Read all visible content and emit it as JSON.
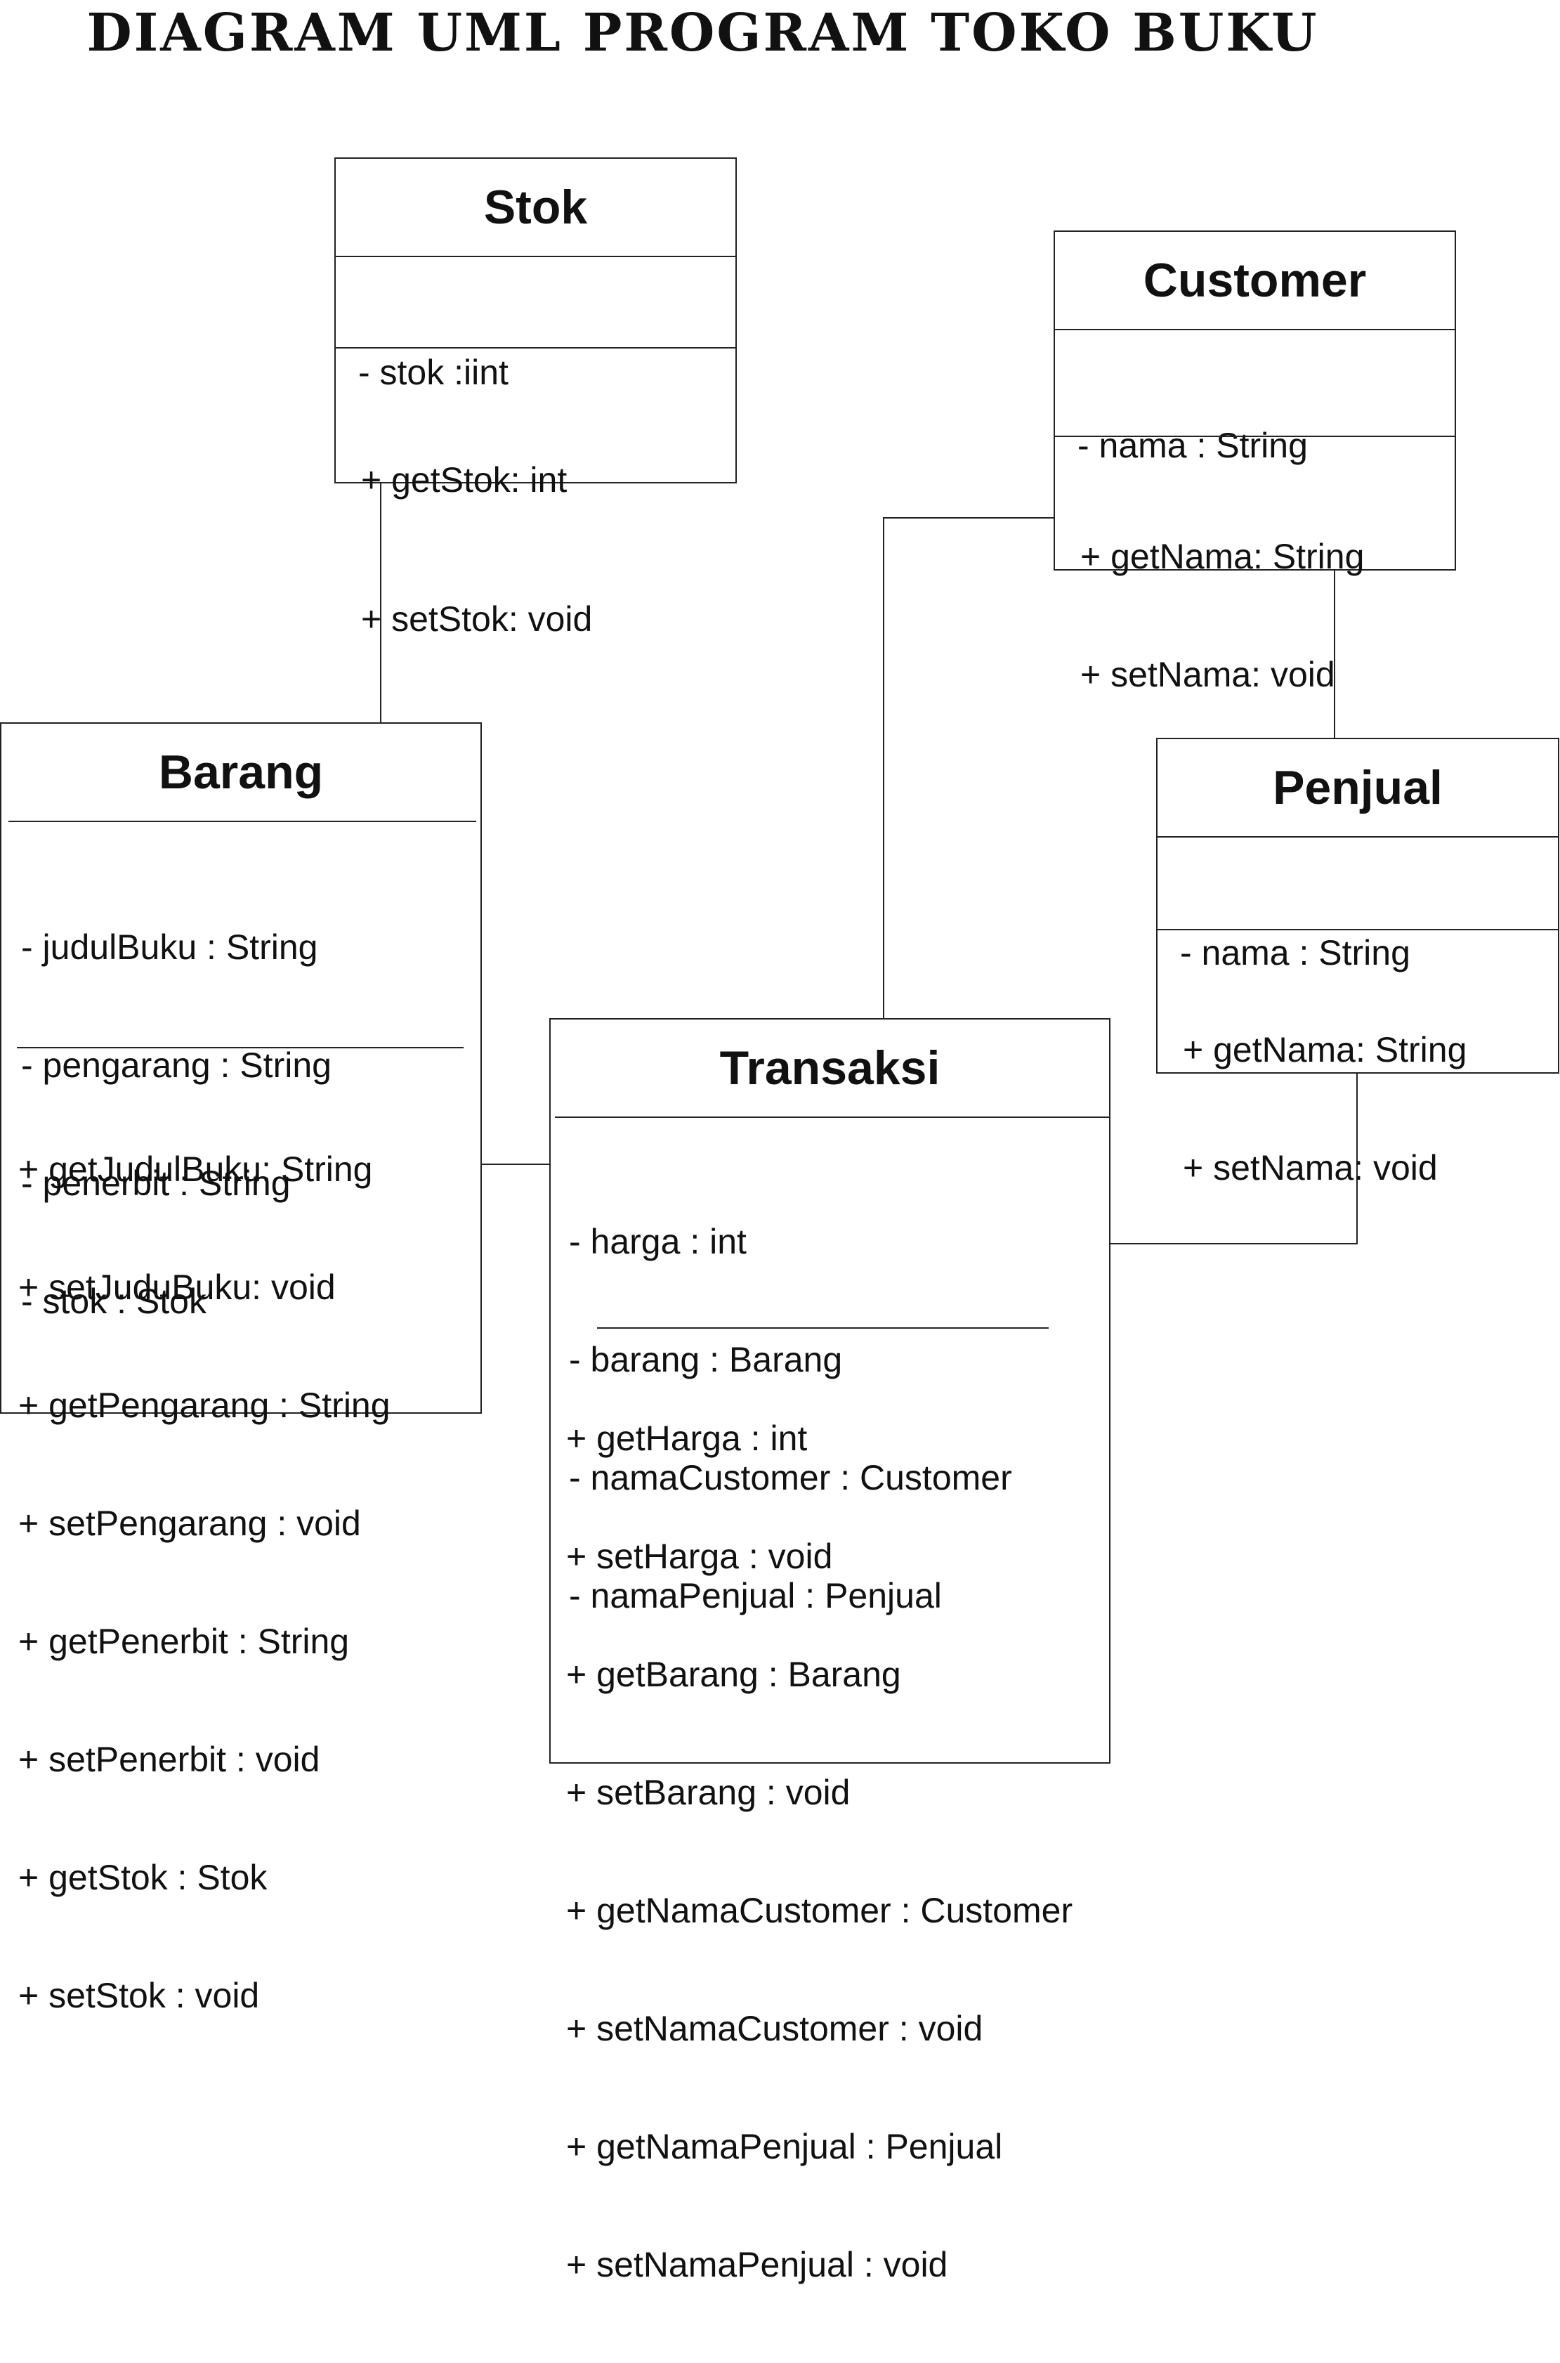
{
  "title": "DIAGRAM UML PROGRAM TOKO BUKU",
  "classes": {
    "stok": {
      "name": "Stok",
      "attributes": [
        "- stok :iint"
      ],
      "methods": [
        "+ getStok: int",
        "+ setStok: void"
      ]
    },
    "customer": {
      "name": "Customer",
      "attributes": [
        "- nama : String"
      ],
      "methods": [
        "+ getNama: String",
        "+ setNama: void"
      ]
    },
    "barang": {
      "name": "Barang",
      "attributes": [
        "- judulBuku : String",
        "- pengarang : String",
        "- penerbit : String",
        "- stok : Stok"
      ],
      "methods": [
        "+ getJudulBuku: String",
        "+ setJuduBuku: void",
        "+ getPengarang : String",
        "+ setPengarang : void",
        "+ getPenerbit : String",
        "+ setPenerbit : void",
        "+ getStok : Stok",
        "+ setStok : void"
      ]
    },
    "penjual": {
      "name": "Penjual",
      "attributes": [
        "- nama : String"
      ],
      "methods": [
        "+ getNama: String",
        "+ setNama: void"
      ]
    },
    "transaksi": {
      "name": "Transaksi",
      "attributes": [
        "- harga : int",
        "- barang : Barang",
        "- namaCustomer : Customer",
        "- namaPenjual : Penjual"
      ],
      "methods": [
        "+ getHarga : int",
        "+ setHarga : void",
        "+ getBarang : Barang",
        "+ setBarang : void",
        "+ getNamaCustomer : Customer",
        "+ setNamaCustomer : void",
        "+ getNamaPenjual : Penjual",
        "+ setNamaPenjual : void"
      ]
    }
  },
  "associations": [
    {
      "from": "Stok",
      "to": "Barang"
    },
    {
      "from": "Barang",
      "to": "Transaksi"
    },
    {
      "from": "Customer",
      "to": "Transaksi"
    },
    {
      "from": "Customer",
      "to": "Penjual"
    },
    {
      "from": "Penjual",
      "to": "Transaksi"
    }
  ]
}
